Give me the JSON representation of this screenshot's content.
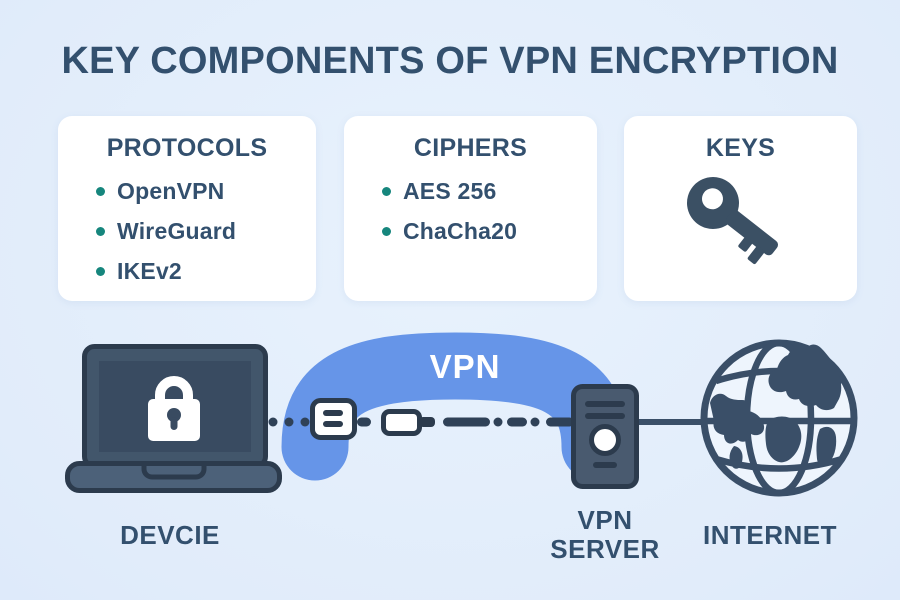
{
  "title": "KEY COMPONENTS OF VPN ENCRYPTION",
  "colors": {
    "background": "#e3eefb",
    "card_background": "#ffffff",
    "heading_text": "#33506e",
    "bullet_accent": "#16867d",
    "tunnel_blue": "#6695e8",
    "tunnel_label_text": "#ffffff",
    "device_outline": "#2c3b4d",
    "device_fill": "#42566b",
    "server_fill": "#495a6f",
    "globe_stroke": "#3a4f68"
  },
  "cards": [
    {
      "heading": "PROTOCOLS",
      "items": [
        "OpenVPN",
        "WireGuard",
        "IKEv2"
      ]
    },
    {
      "heading": "CIPHERS",
      "items": [
        "AES 256",
        "ChaCha20"
      ]
    },
    {
      "heading": "KEYS",
      "icon": "key-icon"
    }
  ],
  "diagram": {
    "tunnel_label": "VPN",
    "device_label": "DEVCIE",
    "server_label": "VPN SERVER",
    "internet_label": "INTERNET"
  }
}
